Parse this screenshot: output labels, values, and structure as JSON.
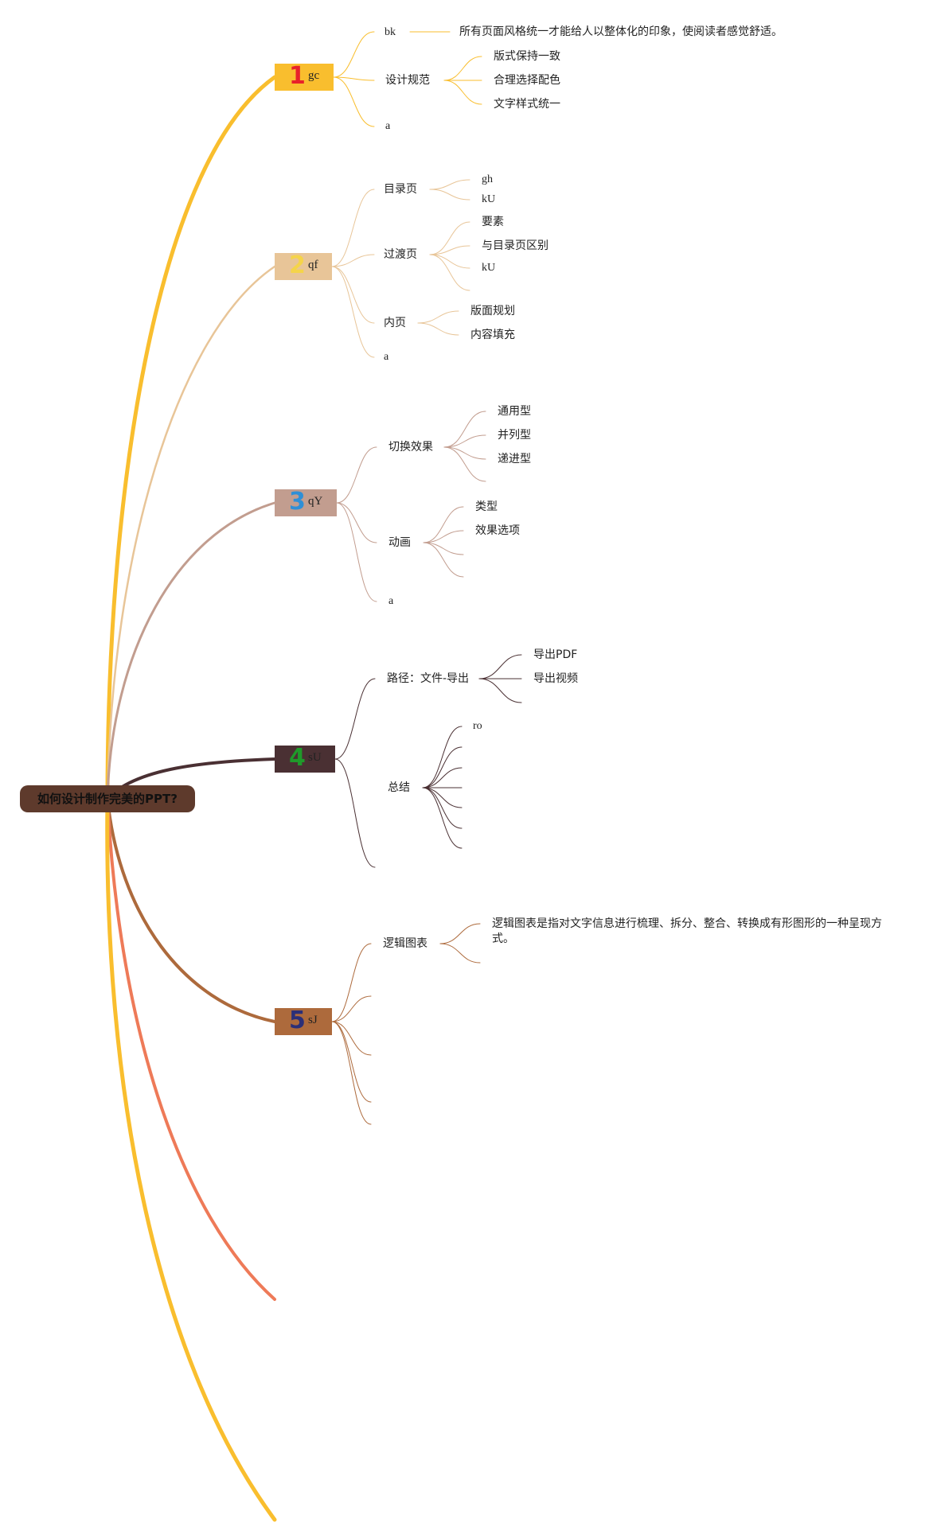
{
  "root": {
    "label": "如何设计制作完美的PPT?",
    "color": "#5e3a2c"
  },
  "branches": [
    {
      "number": "1",
      "label": "gc",
      "box_color": "#f9be2e",
      "number_color": "#e8212a",
      "line_color": "#f9be2e",
      "children": [
        {
          "label": "bk",
          "children": [
            {
              "label": "所有页面风格统一才能给人以整体化的印象，使阅读者感觉舒适。"
            }
          ]
        },
        {
          "label": "设计规范",
          "children": [
            {
              "label": "版式保持一致"
            },
            {
              "label": "合理选择配色"
            },
            {
              "label": "文字样式统一"
            }
          ]
        },
        {
          "label": "a"
        }
      ]
    },
    {
      "number": "2",
      "label": "qf",
      "box_color": "#e8c598",
      "number_color": "#f5d44a",
      "line_color": "#e8c598",
      "children": [
        {
          "label": "目录页",
          "children": [
            {
              "label": "gh"
            },
            {
              "label": "kU"
            }
          ]
        },
        {
          "label": "过渡页",
          "children": [
            {
              "label": "要素"
            },
            {
              "label": "与目录页区别"
            },
            {
              "label": "kU"
            }
          ]
        },
        {
          "label": "内页",
          "children": [
            {
              "label": "版面规划"
            },
            {
              "label": "内容填充"
            }
          ]
        },
        {
          "label": "a"
        }
      ]
    },
    {
      "number": "3",
      "label": "qY",
      "box_color": "#c29d8f",
      "number_color": "#2f8fd6",
      "line_color": "#c29d8f",
      "children": [
        {
          "label": "切换效果",
          "children": [
            {
              "label": "通用型"
            },
            {
              "label": "并列型"
            },
            {
              "label": "递进型"
            }
          ]
        },
        {
          "label": "动画",
          "children": [
            {
              "label": "类型"
            },
            {
              "label": "效果选项"
            }
          ]
        },
        {
          "label": "a"
        }
      ]
    },
    {
      "number": "4",
      "label": "sU",
      "box_color": "#4a3033",
      "number_color": "#1f9a2a",
      "line_color": "#4a3033",
      "children": [
        {
          "label": "路径：文件-导出",
          "children": [
            {
              "label": "导出PDF"
            },
            {
              "label": "导出视频"
            }
          ]
        },
        {
          "label": "总结",
          "children": [
            {
              "label": "ro"
            }
          ]
        }
      ]
    },
    {
      "number": "5",
      "label": "sJ",
      "box_color": "#ad6a3c",
      "number_color": "#2b2f78",
      "line_color": "#ad6a3c",
      "children": [
        {
          "label": "逻辑图表",
          "children": [
            {
              "label": "逻辑图表是指对文字信息进行梳理、拆分、整合、转换成有形图形的一种呈现方式。"
            }
          ]
        }
      ]
    }
  ],
  "extra_line_colors": {
    "coral": "#ee7a58",
    "yellow": "#f9be2e"
  }
}
